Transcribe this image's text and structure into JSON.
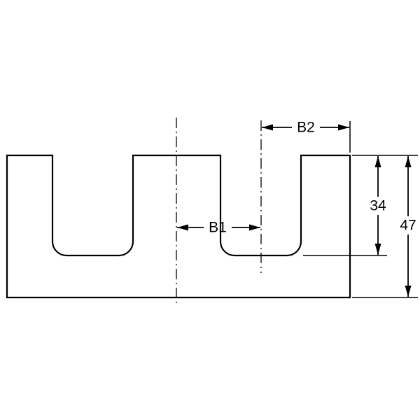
{
  "drawing": {
    "type": "technical-dimension-drawing",
    "description": "Cross-section of a plate with two U-shaped cutouts, with centerlines and dimension annotations",
    "labels": {
      "b2": "B2",
      "b1": "B1",
      "cutout_depth": "34",
      "total_height": "47"
    },
    "colors": {
      "line": "#000000",
      "background": "#ffffff"
    }
  }
}
